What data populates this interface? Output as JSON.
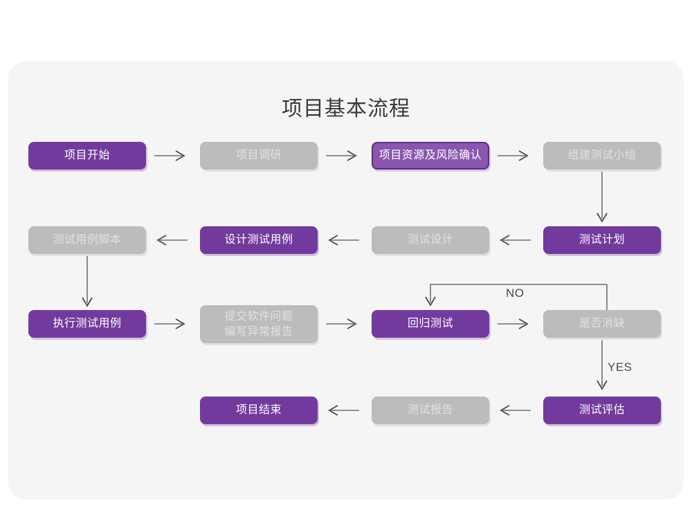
{
  "page": {
    "title": "项目基本流程",
    "background": "#ffffff",
    "panel_color": "#f5f5f5"
  },
  "palette": {
    "purple_fill": "#733a9e",
    "purple_outline_fill": "#8a56b0",
    "purple_border": "#5d2c85",
    "gray_fill": "#bcbcbc",
    "gray_text": "#e2e2e2",
    "connector": "#6e6e6e",
    "title_text": "#3a3a3a"
  },
  "chart_data": {
    "type": "diagram",
    "title": "项目基本流程",
    "nodes": [
      {
        "id": "n1",
        "label": "项目开始",
        "style": "purple",
        "row": 1,
        "col": 1
      },
      {
        "id": "n2",
        "label": "项目调研",
        "style": "gray",
        "row": 1,
        "col": 2
      },
      {
        "id": "n3",
        "label": "项目资源及风险确认",
        "style": "purple-outline",
        "row": 1,
        "col": 3
      },
      {
        "id": "n4",
        "label": "组建测试小组",
        "style": "gray",
        "row": 1,
        "col": 4
      },
      {
        "id": "n5",
        "label": "测试计划",
        "style": "purple",
        "row": 2,
        "col": 4
      },
      {
        "id": "n6",
        "label": "测试设计",
        "style": "gray",
        "row": 2,
        "col": 3
      },
      {
        "id": "n7",
        "label": "设计测试用例",
        "style": "purple",
        "row": 2,
        "col": 2
      },
      {
        "id": "n8",
        "label": "测试用例脚本",
        "style": "gray",
        "row": 2,
        "col": 1
      },
      {
        "id": "n9",
        "label": "执行测试用例",
        "style": "purple",
        "row": 3,
        "col": 1
      },
      {
        "id": "n10",
        "label_line1": "提交软件问题",
        "label_line2": "编写异常报告",
        "style": "gray",
        "row": 3,
        "col": 2
      },
      {
        "id": "n11",
        "label": "回归测试",
        "style": "purple",
        "row": 3,
        "col": 3
      },
      {
        "id": "n12",
        "label": "是否消缺",
        "style": "gray",
        "row": 3,
        "col": 4
      },
      {
        "id": "n13",
        "label": "测试评估",
        "style": "purple",
        "row": 4,
        "col": 4
      },
      {
        "id": "n14",
        "label": "测试报告",
        "style": "gray",
        "row": 4,
        "col": 3
      },
      {
        "id": "n15",
        "label": "项目结束",
        "style": "purple",
        "row": 4,
        "col": 2
      }
    ],
    "edges": [
      {
        "from": "n1",
        "to": "n2",
        "direction": "right",
        "label": ""
      },
      {
        "from": "n2",
        "to": "n3",
        "direction": "right",
        "label": ""
      },
      {
        "from": "n3",
        "to": "n4",
        "direction": "right",
        "label": ""
      },
      {
        "from": "n4",
        "to": "n5",
        "direction": "down",
        "label": ""
      },
      {
        "from": "n5",
        "to": "n6",
        "direction": "left",
        "label": ""
      },
      {
        "from": "n6",
        "to": "n7",
        "direction": "left",
        "label": ""
      },
      {
        "from": "n7",
        "to": "n8",
        "direction": "left",
        "label": ""
      },
      {
        "from": "n8",
        "to": "n9",
        "direction": "down",
        "label": ""
      },
      {
        "from": "n9",
        "to": "n10",
        "direction": "right",
        "label": ""
      },
      {
        "from": "n10",
        "to": "n11",
        "direction": "right",
        "label": ""
      },
      {
        "from": "n11",
        "to": "n12",
        "direction": "right",
        "label": ""
      },
      {
        "from": "n12",
        "to": "n11",
        "direction": "loop-up-left",
        "label": "NO"
      },
      {
        "from": "n12",
        "to": "n13",
        "direction": "down",
        "label": "YES"
      },
      {
        "from": "n13",
        "to": "n14",
        "direction": "left",
        "label": ""
      },
      {
        "from": "n14",
        "to": "n15",
        "direction": "left",
        "label": ""
      }
    ],
    "edge_labels": {
      "no": "NO",
      "yes": "YES"
    }
  }
}
